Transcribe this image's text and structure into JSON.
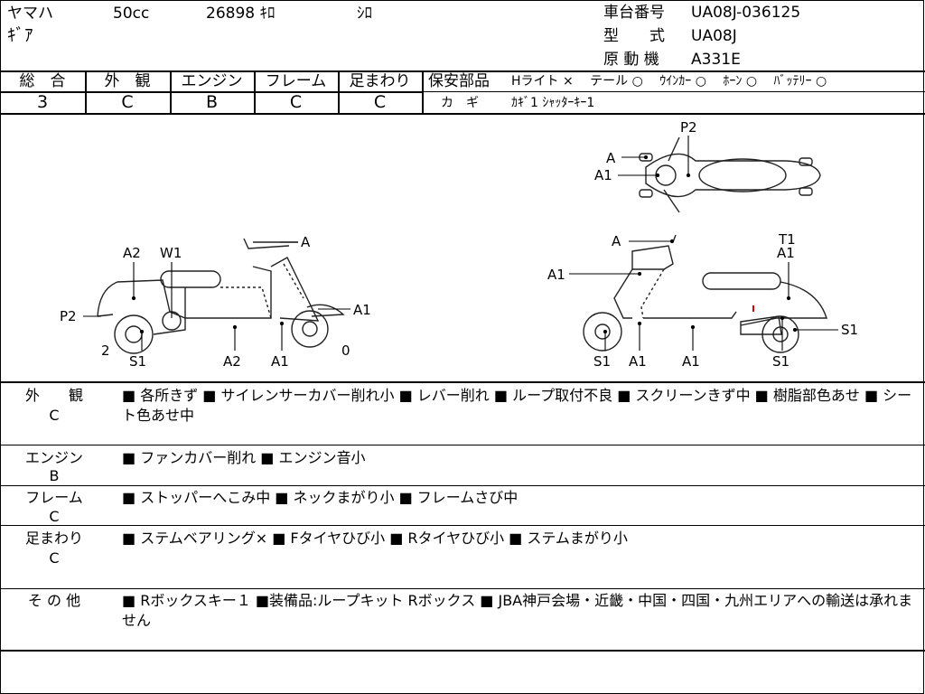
{
  "header": {
    "maker": "ヤマハ",
    "displacement": "50cc",
    "mileage": "26898 ｷﾛ",
    "color": "ｼﾛ",
    "model_name": "ｷﾞｱ",
    "frame_label": "車台番号",
    "frame_no": "UA08J-036125",
    "type_label": "型　　式",
    "type_value": "UA08J",
    "engine_label": "原 動 機",
    "engine_value": "A331E"
  },
  "grades": [
    {
      "label": "総　合",
      "value": "3"
    },
    {
      "label": "外　観",
      "value": "C"
    },
    {
      "label": "エンジン",
      "value": "B"
    },
    {
      "label": "フレーム",
      "value": "C"
    },
    {
      "label": "足まわり",
      "value": "C"
    }
  ],
  "safety": {
    "label": "保安部品",
    "items": "Hライト ×　 テール ○　 ｳｲﾝｶｰ ○　 ﾎｰﾝ ○　 ﾊﾞｯﾃﾘｰ ○",
    "key_label": "カ　ギ",
    "key_value": "ｶｷﾞ1 ｼｬｯﾀｰｷｰ1"
  },
  "diagram_labels": {
    "left_a2": "A2",
    "left_w1": "W1",
    "left_a": "A",
    "left_p2": "P2",
    "left_a1_r": "A1",
    "left_2": "2",
    "left_0": "0",
    "left_s1": "S1",
    "left_a2_b": "A2",
    "left_a1_b": "A1",
    "top_p2": "P2",
    "top_a": "A",
    "top_a1": "A1",
    "right_a": "A",
    "right_t1": "T1",
    "right_a1_t": "A1",
    "right_a1_l": "A1",
    "right_s1_r": "S1",
    "right_s1_b1": "S1",
    "right_a1_b1": "A1",
    "right_a1_b2": "A1",
    "right_s1_b2": "S1"
  },
  "sections": [
    {
      "label": "外　　観",
      "grade": "C",
      "text": "■ 各所きず ■ サイレンサーカバー削れ小 ■ レバー削れ ■ ループ取付不良 ■ スクリーンきず中 ■ 樹脂部色あせ ■ シート色あせ中"
    },
    {
      "label": "エンジン",
      "grade": "B",
      "text": "■ ファンカバー削れ ■ エンジン音小"
    },
    {
      "label": "フレーム",
      "grade": "C",
      "text": "■ ストッパーへこみ中 ■ ネックまがり小 ■ フレームさび中"
    },
    {
      "label": "足まわり",
      "grade": "C",
      "text": "■ ステムベアリング× ■ Fタイヤひび小 ■ Rタイヤひび小 ■ ステムまがり小"
    },
    {
      "label": "そ の 他",
      "grade": "",
      "text": "■ Rボックスキー１ ■装備品:ループキット Rボックス ■ JBA神戸会場・近畿・中国・四国・九州エリアへの輸送は承れません"
    }
  ]
}
